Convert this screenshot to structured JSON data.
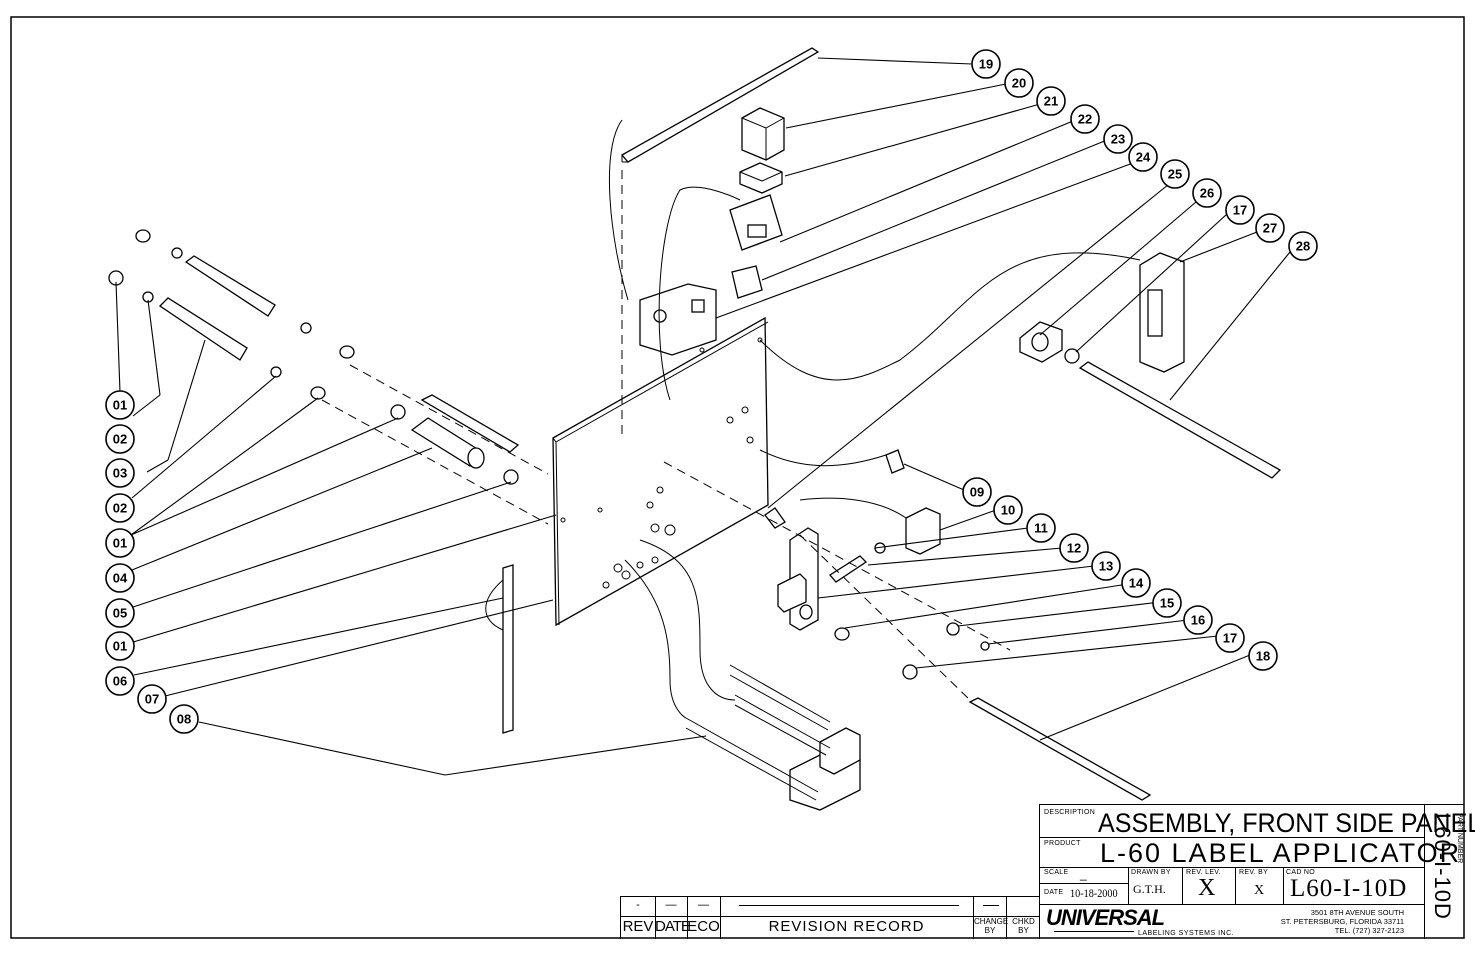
{
  "callouts": [
    "19",
    "20",
    "21",
    "22",
    "23",
    "24",
    "25",
    "26",
    "17",
    "27",
    "28",
    "01",
    "02",
    "03",
    "02",
    "01",
    "04",
    "05",
    "01",
    "06",
    "07",
    "08",
    "09",
    "10",
    "11",
    "12",
    "13",
    "14",
    "15",
    "16",
    "17",
    "18"
  ],
  "title_block": {
    "description_label": "DESCRIPTION",
    "description": "ASSEMBLY, FRONT SIDE PANEL",
    "product_label": "PRODUCT",
    "product": "L-60 LABEL APPLICATOR",
    "scale_label": "SCALE",
    "scale": "_",
    "date_label": "DATE",
    "date": "10-18-2000",
    "drawn_by_label": "DRAWN BY",
    "drawn_by": "G.T.H.",
    "rev_lev_label": "REV. LEV.",
    "rev_lev": "X",
    "rev_by_label": "REV. BY",
    "rev_by": "X",
    "cad_no_label": "CAD NO",
    "cad_no": "L60-I-10D",
    "part_number_label": "PART NUMBER",
    "part_number": "L60-I-10D",
    "company_logo_text": "UNIVERSAL",
    "company_sub": "LABELING SYSTEMS INC.",
    "address_1": "3501 8TH AVENUE SOUTH",
    "address_2": "ST. PETERSBURG, FLORIDA 33711",
    "phone": "TEL. (727) 327-2123"
  },
  "revision_block": {
    "rev_values": [
      "-",
      "—",
      "—"
    ],
    "rev_header": "REV",
    "date_header": "DATE",
    "eco_header": "ECO",
    "record_header": "REVISION RECORD",
    "change_by_header": "CHANGE BY",
    "chkd_by_header": "CHKD BY"
  }
}
